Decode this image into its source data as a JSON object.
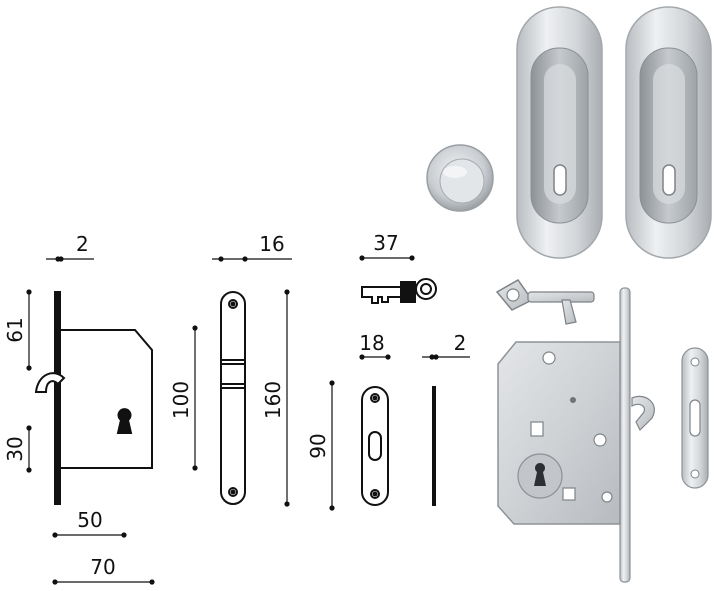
{
  "dimensions": {
    "plate_thickness": "2",
    "lock_height_upper": "61",
    "lock_height_lower": "30",
    "backset": "50",
    "body_width": "70",
    "faceplate_width": "16",
    "faceplate_center": "100",
    "faceplate_length": "160",
    "key_length": "37",
    "strike_width": "18",
    "strike_length": "90",
    "strike_thickness": "2"
  },
  "colors": {
    "line": "#111111",
    "steel_light": "#eef0f2",
    "steel_mid": "#c9cdd1",
    "steel_dark": "#8d9297",
    "zinc": "#d8dbde"
  }
}
